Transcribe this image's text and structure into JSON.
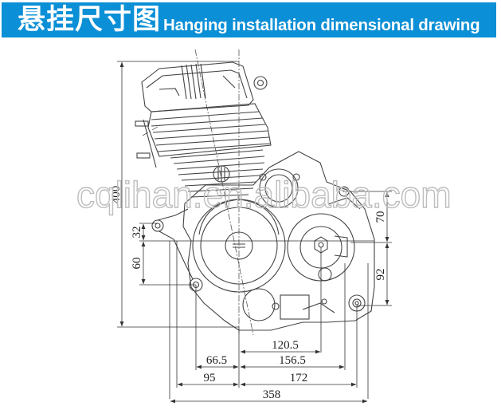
{
  "header": {
    "title_cn": "悬挂尺寸图",
    "title_en": "Hanging installation dimensional drawing",
    "background_color": "#0b8fd6",
    "text_color": "#ffffff"
  },
  "watermark": {
    "text": "cqlihan.en.alibaba.com"
  },
  "drawing": {
    "subject": "motorcycle engine side view",
    "dimensions": {
      "overall_height": "400",
      "left_upper_vertical": "32",
      "left_lower_vertical": "60",
      "right_upper_vertical": "70",
      "right_lower_vertical": "92",
      "horizontal_1": "120.5",
      "horizontal_2": "66.5",
      "horizontal_3": "156.5",
      "horizontal_4": "95",
      "horizontal_5": "172",
      "overall_width": "358"
    }
  }
}
